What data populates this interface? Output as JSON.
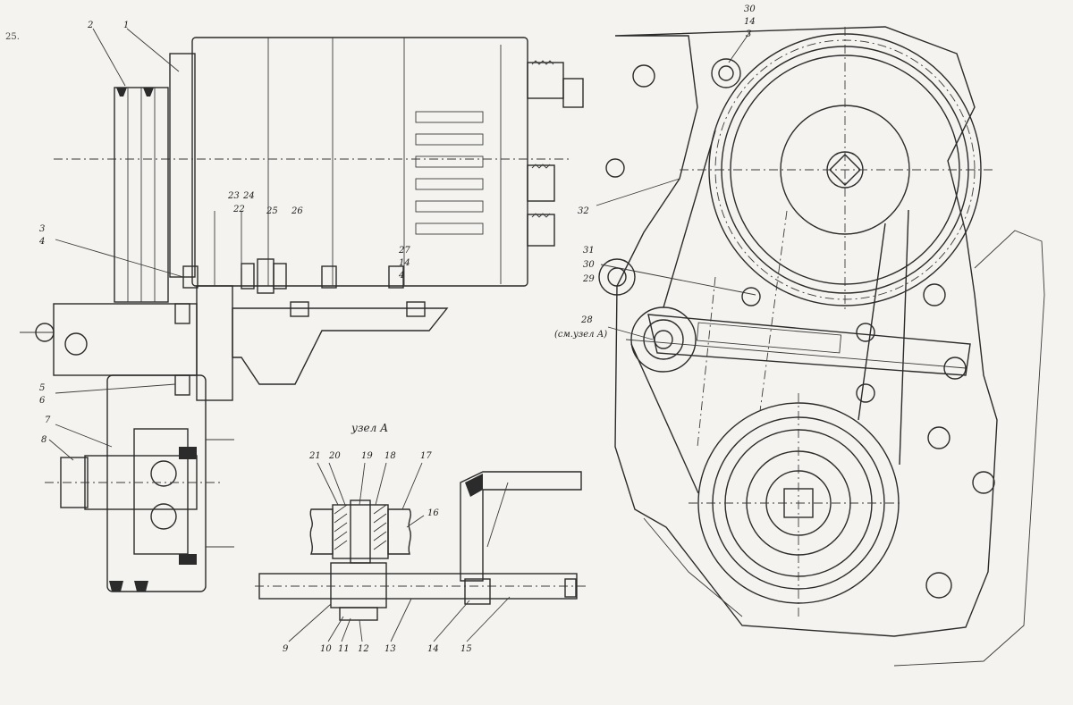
{
  "page_mark": "25.",
  "detail_title": "узел А",
  "callouts_left": [
    "2",
    "1",
    "3",
    "4",
    "5",
    "6",
    "7",
    "8",
    "22",
    "23",
    "24",
    "25",
    "26",
    "27",
    "14",
    "4"
  ],
  "callouts_detail": [
    "21",
    "20",
    "19",
    "18",
    "17",
    "16",
    "9",
    "10",
    "11",
    "12",
    "13",
    "14",
    "15"
  ],
  "callouts_right": [
    "30",
    "14",
    "3",
    "32",
    "31",
    "30",
    "29",
    "28",
    "(см.узел А)"
  ]
}
